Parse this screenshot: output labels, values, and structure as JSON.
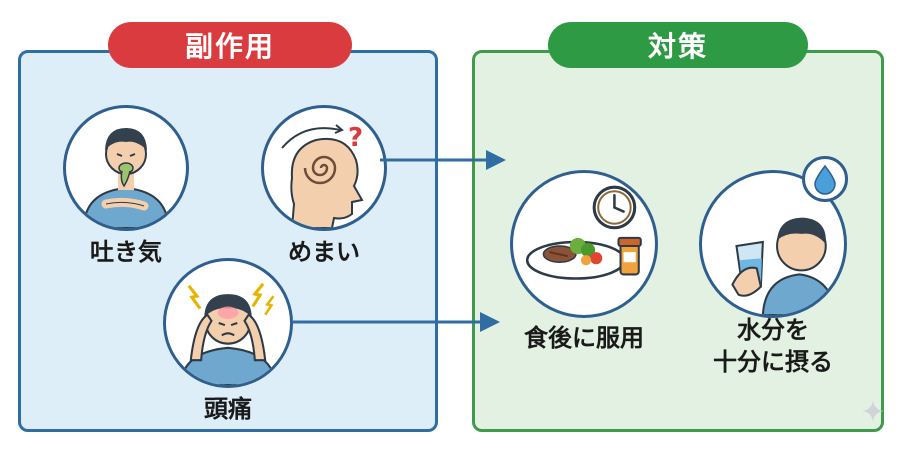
{
  "side_effects": {
    "title": "副作用",
    "items": [
      {
        "label": "吐き気",
        "icon": "nausea-person-icon"
      },
      {
        "label": "めまい",
        "icon": "dizzy-head-icon"
      },
      {
        "label": "頭痛",
        "icon": "headache-person-icon"
      }
    ]
  },
  "countermeasures": {
    "title": "対策",
    "items": [
      {
        "label": "食後に服用",
        "icon": "meal-clock-medicine-icon"
      },
      {
        "label_line1": "水分を",
        "label_line2": "十分に摂る",
        "icon": "drinking-water-icon"
      }
    ]
  },
  "colors": {
    "side_effects_accent": "#d93b3f",
    "side_effects_border": "#2f6da3",
    "side_effects_bg": "#deeef8",
    "countermeasures_accent": "#2e9a44",
    "countermeasures_bg": "#e2f1e2",
    "arrow": "#2f6da3"
  }
}
